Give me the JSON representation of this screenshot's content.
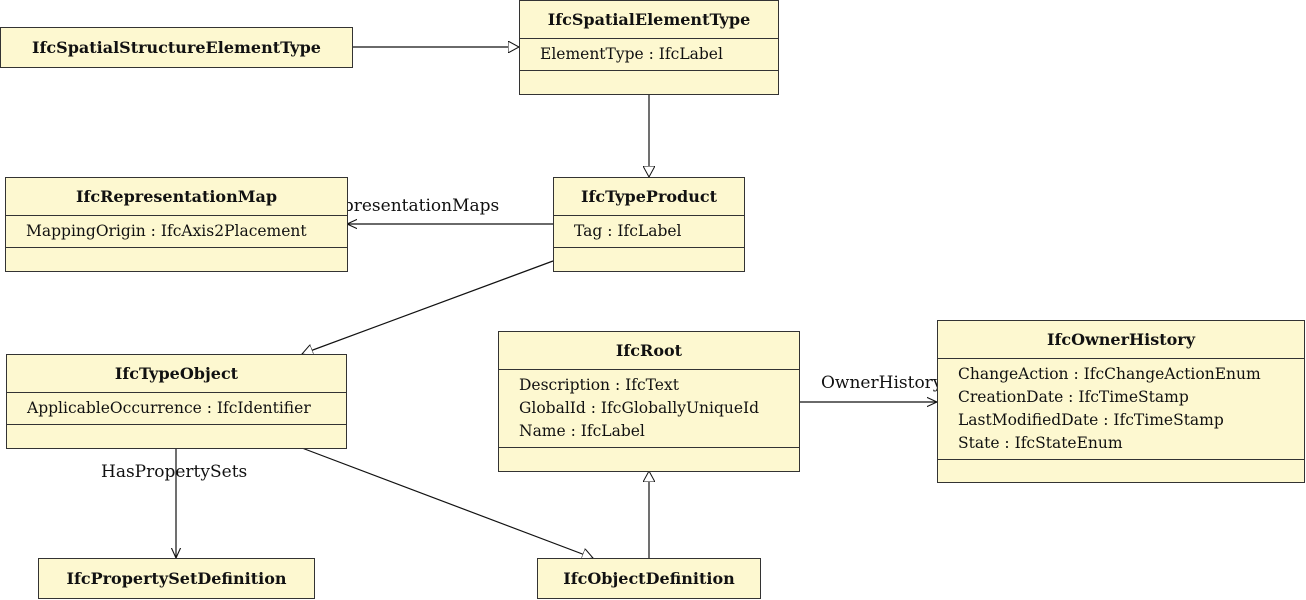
{
  "classes": {
    "spatial_structure_element_type": {
      "name": "IfcSpatialStructureElementType"
    },
    "spatial_element_type": {
      "name": "IfcSpatialElementType",
      "attributes": [
        "ElementType : IfcLabel"
      ]
    },
    "representation_map": {
      "name": "IfcRepresentationMap",
      "attributes": [
        "MappingOrigin : IfcAxis2Placement"
      ]
    },
    "type_product": {
      "name": "IfcTypeProduct",
      "attributes": [
        "Tag : IfcLabel"
      ]
    },
    "type_object": {
      "name": "IfcTypeObject",
      "attributes": [
        "ApplicableOccurrence : IfcIdentifier"
      ]
    },
    "root": {
      "name": "IfcRoot",
      "attributes": [
        "Description : IfcText",
        "GlobalId : IfcGloballyUniqueId",
        "Name : IfcLabel"
      ]
    },
    "owner_history": {
      "name": "IfcOwnerHistory",
      "attributes": [
        "ChangeAction : IfcChangeActionEnum",
        "CreationDate : IfcTimeStamp",
        "LastModifiedDate : IfcTimeStamp",
        "State : IfcStateEnum"
      ]
    },
    "property_set_definition": {
      "name": "IfcPropertySetDefinition"
    },
    "object_definition": {
      "name": "IfcObjectDefinition"
    }
  },
  "roles": {
    "representation_maps": "RepresentationMaps",
    "owner_history": "OwnerHistory",
    "has_property_sets": "HasPropertySets"
  }
}
